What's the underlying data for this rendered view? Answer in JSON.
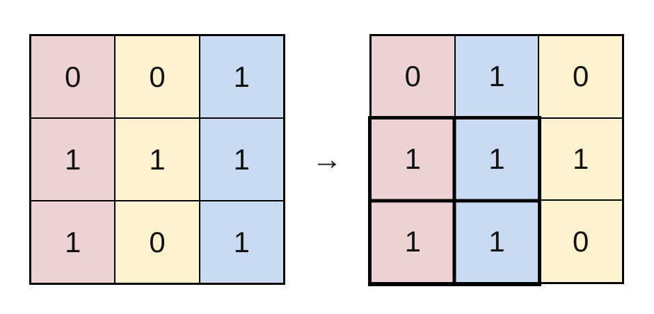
{
  "colors": {
    "pink": "#edd2d3",
    "yellow": "#fdf2d0",
    "blue": "#cbdaf3",
    "grid_line": "#000000",
    "highlight_border": "#000000",
    "background": "#ffffff",
    "digit": "#111111"
  },
  "arrow": {
    "glyph": "→"
  },
  "left_grid": {
    "col_colors": [
      "pink",
      "yellow",
      "blue"
    ],
    "cells": [
      [
        "0",
        "0",
        "1"
      ],
      [
        "1",
        "1",
        "1"
      ],
      [
        "1",
        "0",
        "1"
      ]
    ]
  },
  "right_grid": {
    "col_colors": [
      "pink",
      "blue",
      "yellow"
    ],
    "cells": [
      [
        "0",
        "1",
        "0"
      ],
      [
        "1",
        "1",
        "1"
      ],
      [
        "1",
        "1",
        "0"
      ]
    ],
    "highlighted_cells": [
      [
        1,
        0
      ],
      [
        1,
        1
      ],
      [
        2,
        0
      ],
      [
        2,
        1
      ]
    ]
  },
  "chart_data": {
    "type": "heatmap",
    "title": "",
    "matrices": [
      {
        "name": "input",
        "values": [
          [
            0,
            0,
            1
          ],
          [
            1,
            1,
            1
          ],
          [
            1,
            0,
            1
          ]
        ],
        "column_colors": [
          "pink",
          "yellow",
          "blue"
        ]
      },
      {
        "name": "output",
        "values": [
          [
            0,
            1,
            0
          ],
          [
            1,
            1,
            1
          ],
          [
            1,
            1,
            0
          ]
        ],
        "column_colors": [
          "pink",
          "blue",
          "yellow"
        ],
        "highlighted_block": {
          "rows": [
            1,
            2
          ],
          "cols": [
            0,
            1
          ]
        }
      }
    ]
  }
}
